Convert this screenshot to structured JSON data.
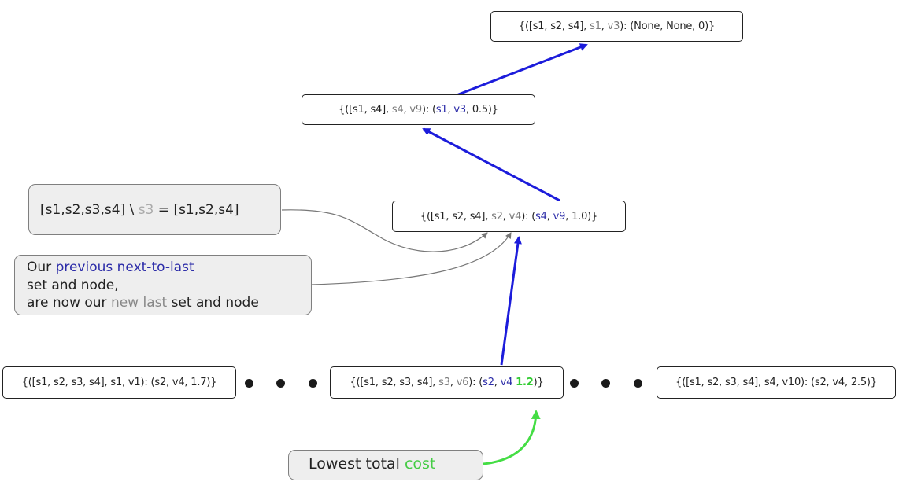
{
  "colors": {
    "edge_blue": "#1c1cdb",
    "highlight_green": "#44dd44",
    "annotation_gray": "#777777",
    "note_bg": "#eeeeee"
  },
  "nodes": {
    "top": {
      "p1": "{([s1, s2, s4], ",
      "p2": "s1",
      "p3": ", ",
      "p4": "v3",
      "p5": "): (None, None, 0)}"
    },
    "second": {
      "p1": "{([s1, s4], ",
      "p2": "s4",
      "p3": ", ",
      "p4": "v9",
      "p5": "): (",
      "p6": "s1",
      "p7": ", ",
      "p8": "v3",
      "p9": ", 0.5)}"
    },
    "third": {
      "p1": "{([s1, s2, s4], ",
      "p2": "s2",
      "p3": ", ",
      "p4": "v4",
      "p5": "): (",
      "p6": "s4",
      "p7": ", ",
      "p8": "v9",
      "p9": ", 1.0)}"
    },
    "bottom_left": {
      "text": "{([s1, s2, s3, s4], s1, v1): (s2, v4, 1.7)}"
    },
    "bottom_middle": {
      "p1": "{([s1, s2, s3, s4], ",
      "p2": "s3",
      "p3": ", ",
      "p4": "v6",
      "p5": "): (",
      "p6": "s2",
      "p7": ", ",
      "p8": "v4",
      "p9": " ",
      "p10": "1.2",
      "p11": ")}"
    },
    "bottom_right": {
      "text": "{([s1, s2, s3, s4], s4, v10): (s2, v4, 2.5)}"
    }
  },
  "notes": {
    "set_diff": {
      "p1": "[s1,s2,s3,s4] \\ ",
      "p2": "s3",
      "p3": " = [s1,s2,s4]"
    },
    "explain": {
      "line1_a": "Our ",
      "line1_b": "previous next-to-last",
      "line2": "set and node,",
      "line3_a": "are now our ",
      "line3_b": "new last",
      "line3_c": " set and node"
    },
    "cost": {
      "p1": "Lowest total ",
      "p2": "cost"
    }
  }
}
